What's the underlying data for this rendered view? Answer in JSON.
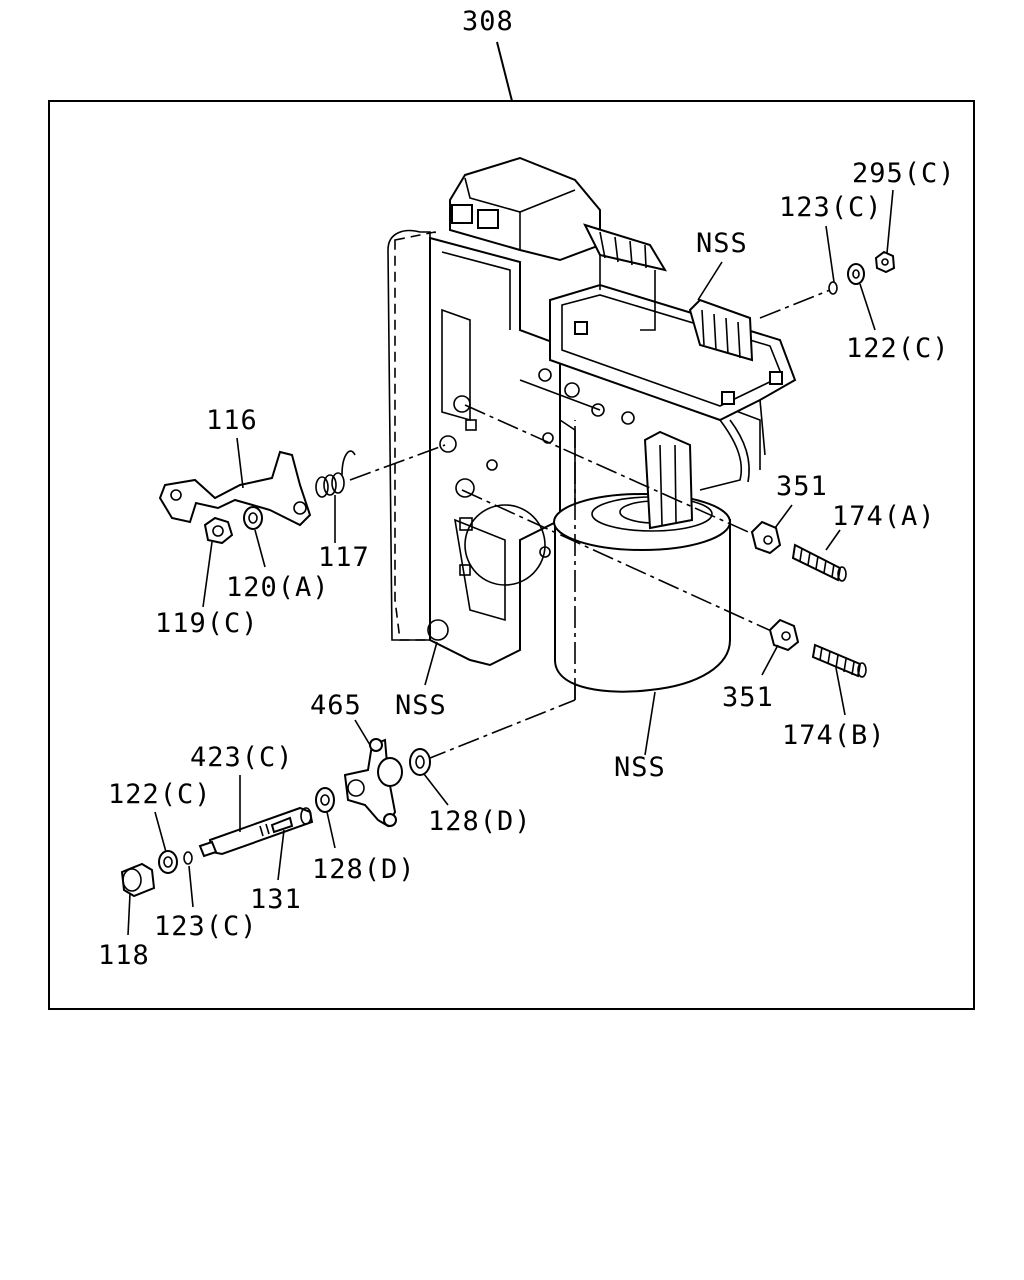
{
  "assembly_callout": "308",
  "callouts": {
    "c116": "116",
    "c117": "117",
    "c119c": "119(C)",
    "c120a": "120(A)",
    "c123c_top": "123(C)",
    "c295c": "295(C)",
    "c122c_top": "122(C)",
    "c nss_top": "NSS",
    "c351_top": "351",
    "c174a": "174(A)",
    "c351_bot": "351",
    "c174b": "174(B)",
    "cnss_mid": "NSS",
    "cnss_bot": "NSS",
    "c465": "465",
    "c423c": "423(C)",
    "c122c_bot": "122(C)",
    "c128d_right": "128(D)",
    "c128d_left": "128(D)",
    "c131": "131",
    "c123c_bot": "123(C)",
    "c118": "118"
  }
}
